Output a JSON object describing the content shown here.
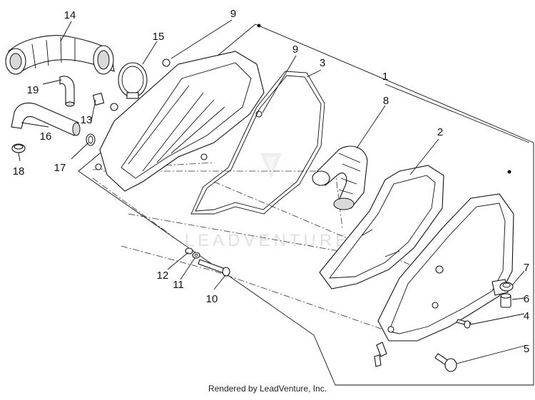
{
  "diagram": {
    "callouts": [
      {
        "id": "c1",
        "label": "1"
      },
      {
        "id": "c2",
        "label": "2"
      },
      {
        "id": "c3",
        "label": "3"
      },
      {
        "id": "c4",
        "label": "4"
      },
      {
        "id": "c5",
        "label": "5"
      },
      {
        "id": "c6",
        "label": "6"
      },
      {
        "id": "c7",
        "label": "7"
      },
      {
        "id": "c8",
        "label": "8"
      },
      {
        "id": "c9a",
        "label": "9"
      },
      {
        "id": "c9b",
        "label": "9"
      },
      {
        "id": "c10",
        "label": "10"
      },
      {
        "id": "c11",
        "label": "11"
      },
      {
        "id": "c12",
        "label": "12"
      },
      {
        "id": "c13",
        "label": "13"
      },
      {
        "id": "c14",
        "label": "14"
      },
      {
        "id": "c15",
        "label": "15"
      },
      {
        "id": "c16",
        "label": "16"
      },
      {
        "id": "c17",
        "label": "17"
      },
      {
        "id": "c18",
        "label": "18"
      },
      {
        "id": "c19",
        "label": "19"
      }
    ],
    "watermark": "LEADVENTURE",
    "footer": "Rendered by LeadVenture, Inc."
  }
}
